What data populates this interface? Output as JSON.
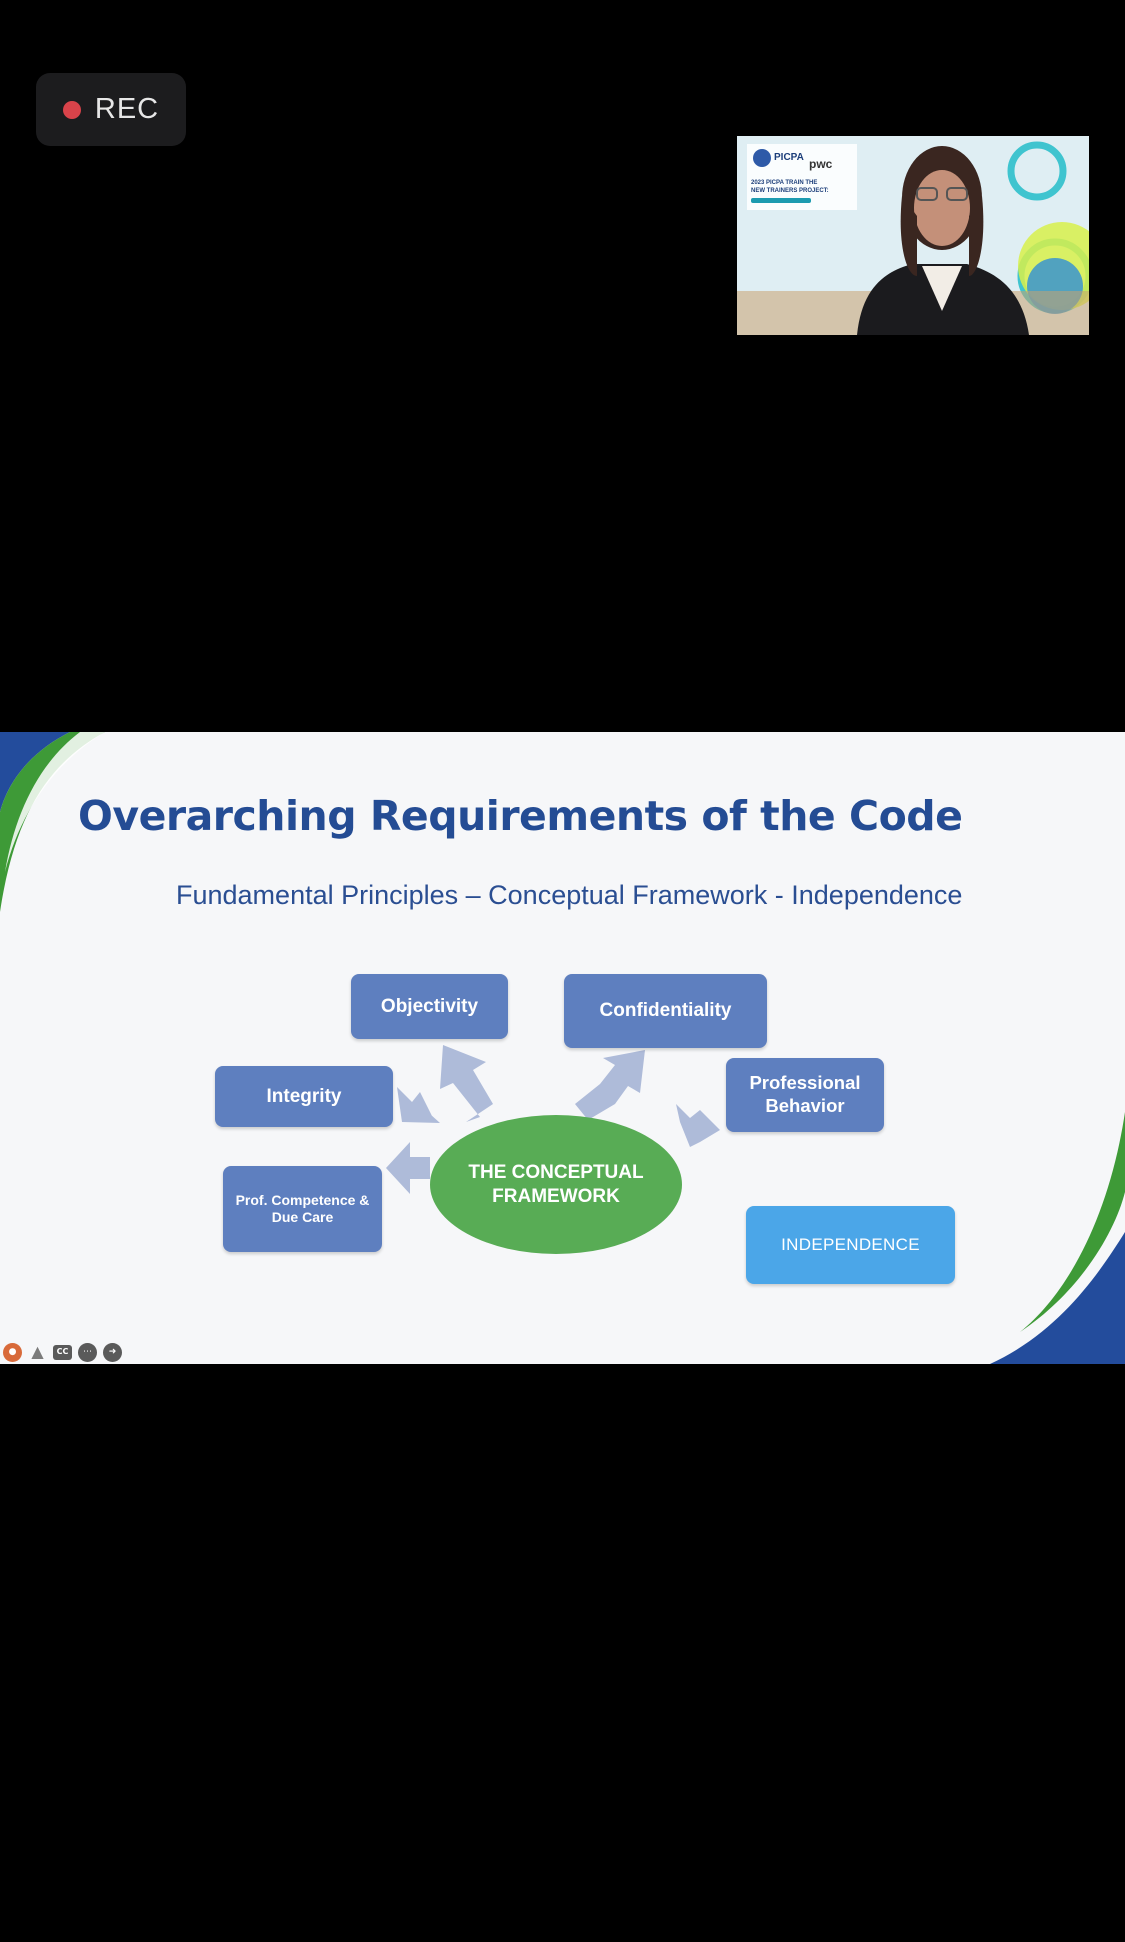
{
  "recording": {
    "label": "REC",
    "dot_color": "#d9434a"
  },
  "speaker_video": {
    "description_icon": "presenter-video-icon",
    "banner_org": "PICPA",
    "banner_partner": "pwc",
    "banner_line1": "2023 PICPA TRAIN THE",
    "banner_line2": "NEW TRAINERS PROJECT:"
  },
  "slide": {
    "title": "Overarching Requirements of the Code",
    "subtitle": "Fundamental Principles – Conceptual Framework - Independence",
    "center": "THE CONCEPTUAL FRAMEWORK",
    "boxes": {
      "objectivity": "Objectivity",
      "confidentiality": "Confidentiality",
      "integrity": "Integrity",
      "professional_behavior": "Professional Behavior",
      "prof_competence": "Prof. Competence & Due Care",
      "independence": "INDEPENDENCE"
    },
    "colors": {
      "title": "#244c94",
      "principle_box": "#5e7fbf",
      "framework": "#58ac55",
      "independence_box": "#4ba6e8",
      "arrow": "#aebbd9"
    }
  },
  "controls": {
    "items": [
      "record-icon",
      "person-icon",
      "captions-icon",
      "more-icon",
      "next-icon"
    ],
    "cc_label": "CC"
  }
}
